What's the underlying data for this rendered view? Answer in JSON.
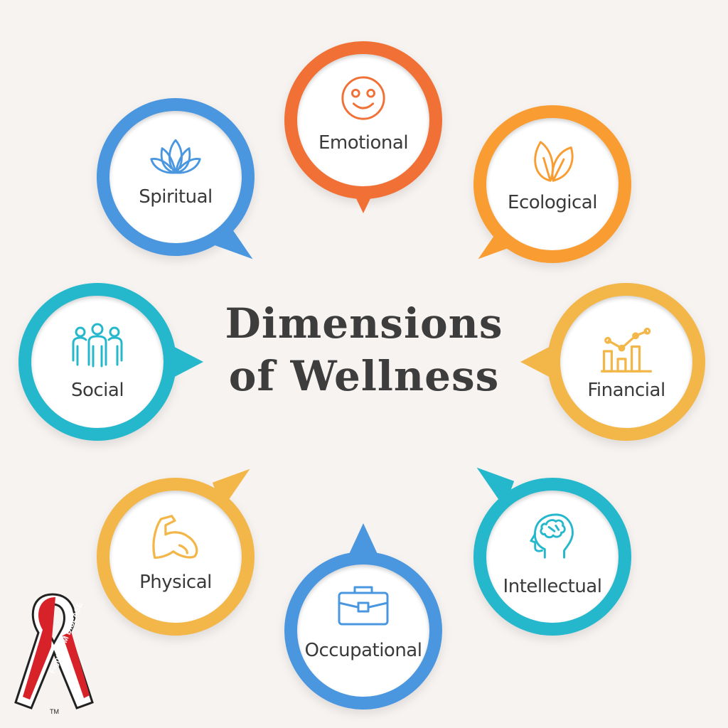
{
  "title": {
    "line1": "Dimensions",
    "line2": "of Wellness"
  },
  "dimensions": [
    {
      "label": "Emotional",
      "color": "#f07035",
      "icon": "smiley-icon"
    },
    {
      "label": "Ecological",
      "color": "#f99d32",
      "icon": "leaves-icon"
    },
    {
      "label": "Financial",
      "color": "#f3b648",
      "icon": "bar-chart-icon"
    },
    {
      "label": "Intellectual",
      "color": "#25b8cc",
      "icon": "brain-head-icon"
    },
    {
      "label": "Occupational",
      "color": "#4a97e0",
      "icon": "briefcase-icon"
    },
    {
      "label": "Physical",
      "color": "#f3b648",
      "icon": "muscle-arm-icon"
    },
    {
      "label": "Social",
      "color": "#25b8cc",
      "icon": "people-group-icon"
    },
    {
      "label": "Spiritual",
      "color": "#4a97e0",
      "icon": "lotus-icon"
    }
  ],
  "logo": {
    "text": "Fight GUM DISEASE",
    "tm": "TM",
    "icon": "awareness-ribbon-icon"
  }
}
